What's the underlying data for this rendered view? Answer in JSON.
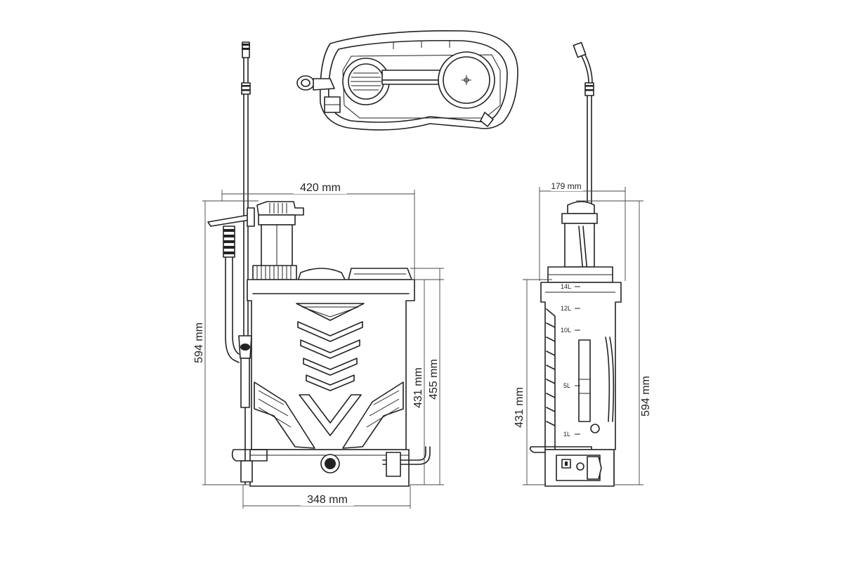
{
  "dimensions": {
    "front_width_top": "420 mm",
    "front_width_base": "348 mm",
    "front_height_total": "594 mm",
    "front_tank_height_a": "431 mm",
    "front_tank_height_b": "455 mm",
    "side_depth": "179 mm",
    "side_tank_height": "431 mm",
    "side_height_total": "594 mm"
  },
  "volume_scale": [
    "14L",
    "12L",
    "10L",
    "5L",
    "1L"
  ]
}
